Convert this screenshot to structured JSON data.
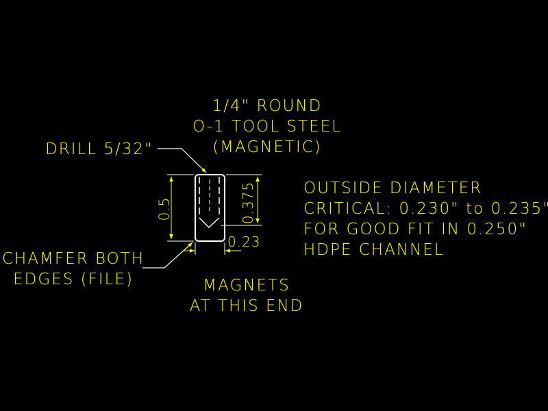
{
  "colors": {
    "background": "#000000",
    "annotation": "#ffff00",
    "part": "#ffffff"
  },
  "material": {
    "line1": "1/4\"  ROUND",
    "line2": "O-1 TOOL STEEL",
    "line3": "(MAGNETIC)"
  },
  "drill_label": "DRILL 5/32\"",
  "chamfer": {
    "line1": "CHAMFER BOTH",
    "line2": "EDGES (FILE)"
  },
  "magnets": {
    "line1": "MAGNETS",
    "line2": "AT THIS END"
  },
  "notes": {
    "line1": "OUTSIDE DIAMETER",
    "line2": "CRITICAL: 0.230\" to 0.235\"",
    "line3": "FOR GOOD FIT IN 0.250\"",
    "line4": "HDPE CHANNEL"
  },
  "dimensions": {
    "length": "0.5",
    "drill_depth": "0.375",
    "diameter": "0.23"
  }
}
